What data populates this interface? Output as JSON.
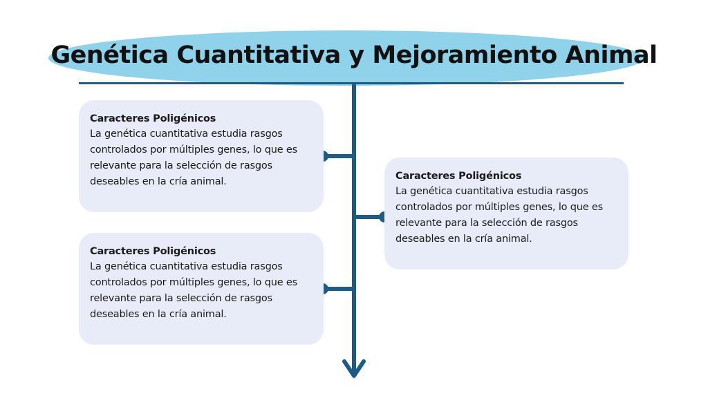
{
  "title": "Genética Cuantitativa y Mejoramiento Animal",
  "colors": {
    "title_ellipse": "#8fd2ea",
    "timeline": "#1e5a82",
    "card_background": "#e8ecf9"
  },
  "cards": [
    {
      "heading": "Caracteres Poligénicos",
      "text": "La genética cuantitativa estudia rasgos controlados por múltiples genes, lo que es relevante para la selección de rasgos deseables en la cría animal."
    },
    {
      "heading": "Caracteres Poligénicos",
      "text": "La genética cuantitativa estudia rasgos controlados por múltiples genes, lo que es relevante para la selección de rasgos deseables en la cría animal."
    },
    {
      "heading": "Caracteres Poligénicos",
      "text": "La genética cuantitativa estudia rasgos controlados por múltiples genes, lo que es relevante para la selección de rasgos deseables en la cría animal."
    }
  ]
}
